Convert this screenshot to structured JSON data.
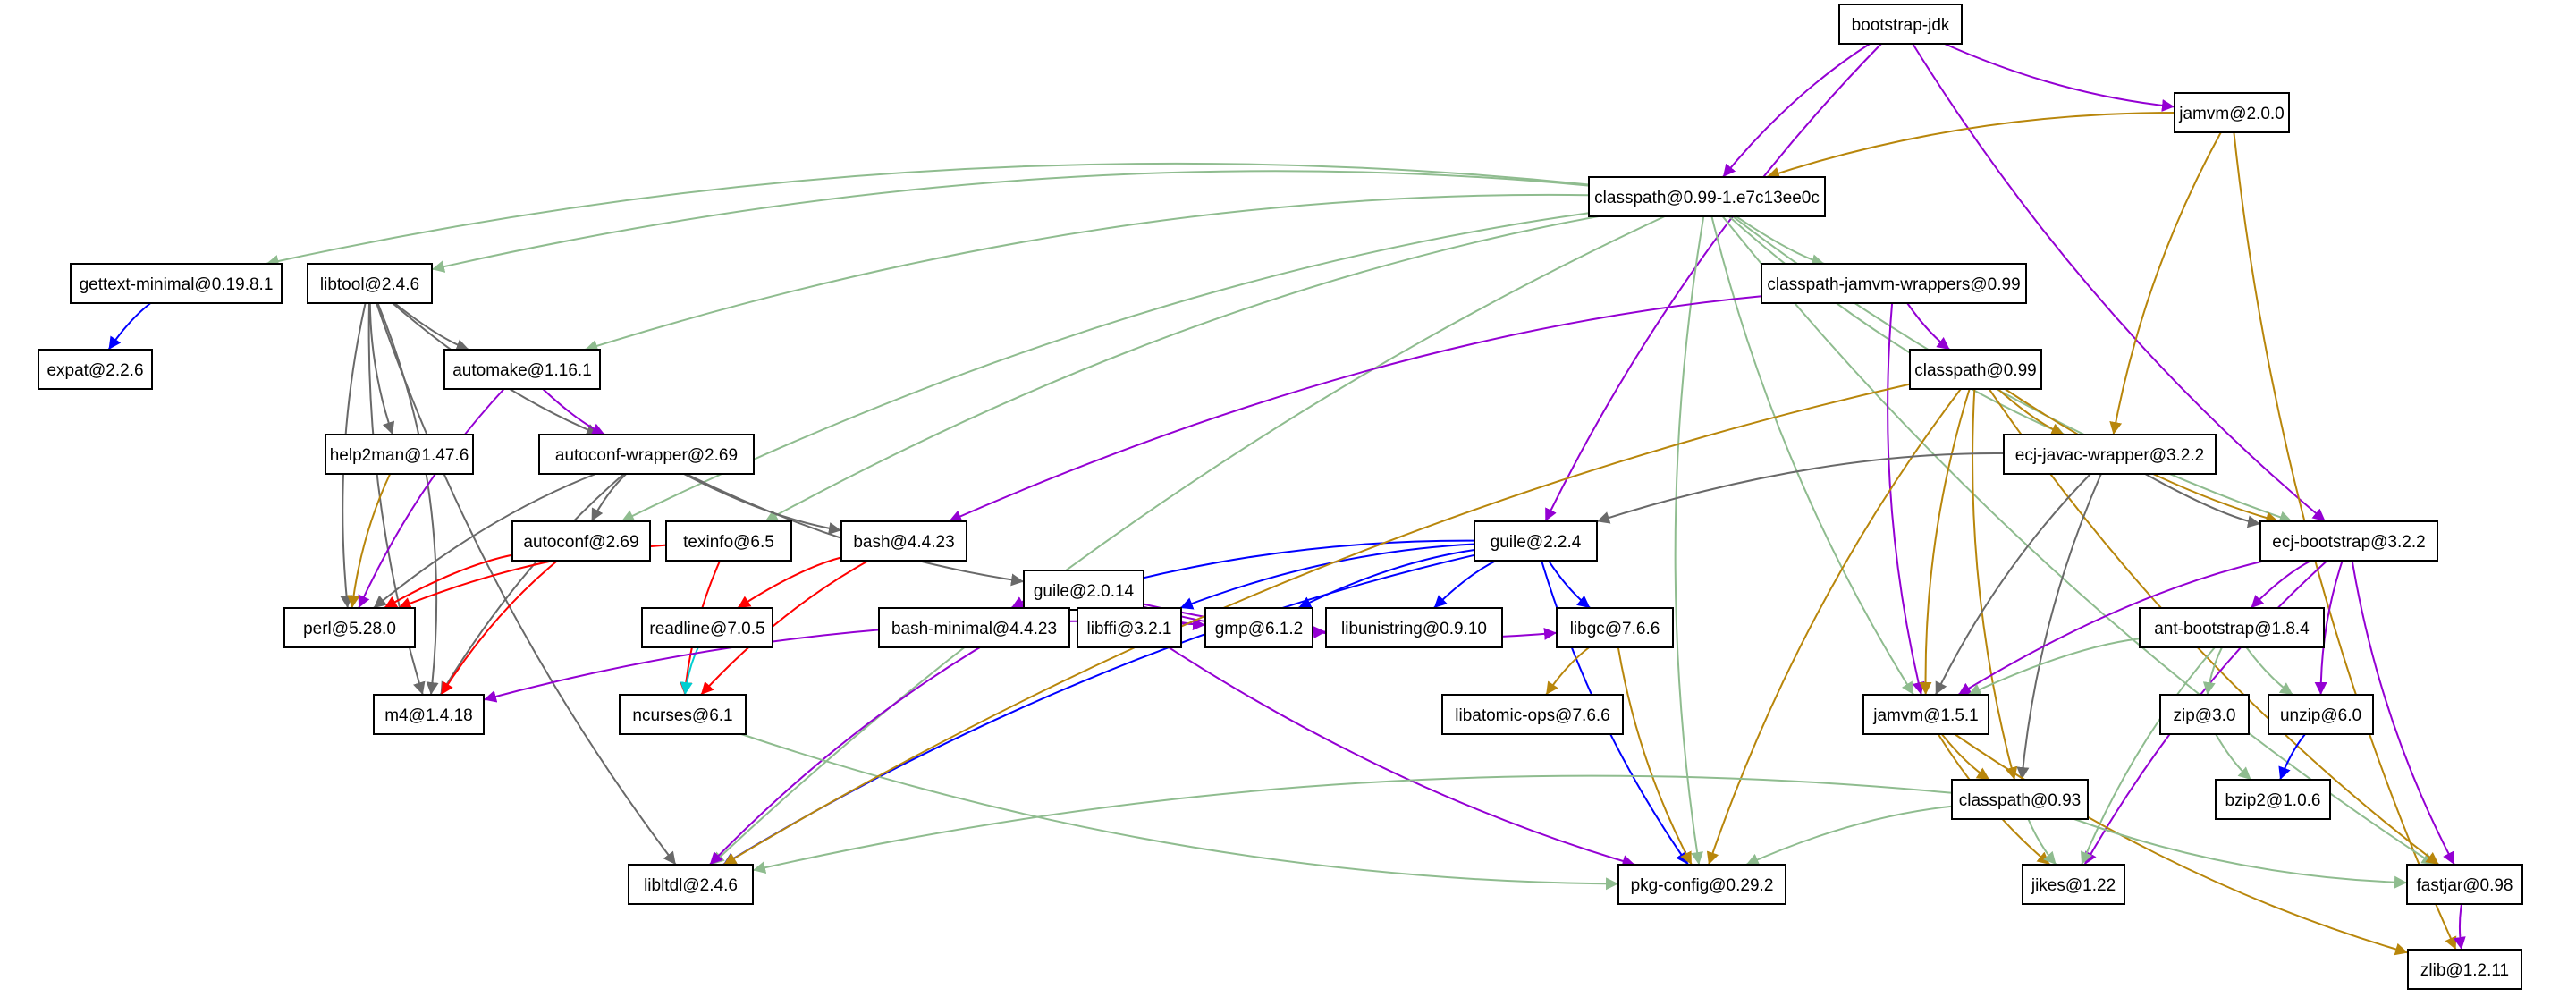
{
  "nodes": [
    {
      "id": "bootstrap-jdk",
      "label": "bootstrap-jdk"
    },
    {
      "id": "jamvm200",
      "label": "jamvm@2.0.0"
    },
    {
      "id": "classpath099git",
      "label": "classpath@0.99-1.e7c13ee0c"
    },
    {
      "id": "gettext",
      "label": "gettext-minimal@0.19.8.1"
    },
    {
      "id": "libtool",
      "label": "libtool@2.4.6"
    },
    {
      "id": "cjw",
      "label": "classpath-jamvm-wrappers@0.99"
    },
    {
      "id": "expat",
      "label": "expat@2.2.6"
    },
    {
      "id": "automake",
      "label": "automake@1.16.1"
    },
    {
      "id": "classpath099",
      "label": "classpath@0.99"
    },
    {
      "id": "help2man",
      "label": "help2man@1.47.6"
    },
    {
      "id": "acwrapper",
      "label": "autoconf-wrapper@2.69"
    },
    {
      "id": "ecjjavac",
      "label": "ecj-javac-wrapper@3.2.2"
    },
    {
      "id": "autoconf",
      "label": "autoconf@2.69"
    },
    {
      "id": "texinfo",
      "label": "texinfo@6.5"
    },
    {
      "id": "bash",
      "label": "bash@4.4.23"
    },
    {
      "id": "guile2014",
      "label": "guile@2.0.14"
    },
    {
      "id": "guile224",
      "label": "guile@2.2.4"
    },
    {
      "id": "ecjboot",
      "label": "ecj-bootstrap@3.2.2"
    },
    {
      "id": "perl",
      "label": "perl@5.28.0"
    },
    {
      "id": "readline",
      "label": "readline@7.0.5"
    },
    {
      "id": "bashmin",
      "label": "bash-minimal@4.4.23"
    },
    {
      "id": "libffi",
      "label": "libffi@3.2.1"
    },
    {
      "id": "gmp",
      "label": "gmp@6.1.2"
    },
    {
      "id": "libunistring",
      "label": "libunistring@0.9.10"
    },
    {
      "id": "libgc",
      "label": "libgc@7.6.6"
    },
    {
      "id": "antboot",
      "label": "ant-bootstrap@1.8.4"
    },
    {
      "id": "m4",
      "label": "m4@1.4.18"
    },
    {
      "id": "ncurses",
      "label": "ncurses@6.1"
    },
    {
      "id": "libatomic",
      "label": "libatomic-ops@7.6.6"
    },
    {
      "id": "jamvm151",
      "label": "jamvm@1.5.1"
    },
    {
      "id": "zip",
      "label": "zip@3.0"
    },
    {
      "id": "unzip",
      "label": "unzip@6.0"
    },
    {
      "id": "classpath093",
      "label": "classpath@0.93"
    },
    {
      "id": "bzip2",
      "label": "bzip2@1.0.6"
    },
    {
      "id": "libltdl",
      "label": "libltdl@2.4.6"
    },
    {
      "id": "pkgconfig",
      "label": "pkg-config@0.29.2"
    },
    {
      "id": "jikes",
      "label": "jikes@1.22"
    },
    {
      "id": "fastjar",
      "label": "fastjar@0.98"
    },
    {
      "id": "zlib",
      "label": "zlib@1.2.11"
    }
  ],
  "edges": [
    {
      "from": "bootstrap-jdk",
      "to": "jamvm200",
      "color": "#9400d3"
    },
    {
      "from": "bootstrap-jdk",
      "to": "classpath099git",
      "color": "#9400d3"
    },
    {
      "from": "bootstrap-jdk",
      "to": "guile224",
      "color": "#9400d3"
    },
    {
      "from": "bootstrap-jdk",
      "to": "ecjboot",
      "color": "#9400d3"
    },
    {
      "from": "jamvm200",
      "to": "classpath099git",
      "color": "#b8860b"
    },
    {
      "from": "jamvm200",
      "to": "ecjjavac",
      "color": "#b8860b"
    },
    {
      "from": "jamvm200",
      "to": "zlib",
      "color": "#b8860b"
    },
    {
      "from": "classpath099git",
      "to": "gettext",
      "color": "#8fbc8f"
    },
    {
      "from": "classpath099git",
      "to": "libtool",
      "color": "#8fbc8f"
    },
    {
      "from": "classpath099git",
      "to": "automake",
      "color": "#8fbc8f"
    },
    {
      "from": "classpath099git",
      "to": "cjw",
      "color": "#8fbc8f"
    },
    {
      "from": "classpath099git",
      "to": "autoconf",
      "color": "#8fbc8f"
    },
    {
      "from": "classpath099git",
      "to": "texinfo",
      "color": "#8fbc8f"
    },
    {
      "from": "classpath099git",
      "to": "libltdl",
      "color": "#8fbc8f"
    },
    {
      "from": "classpath099git",
      "to": "pkgconfig",
      "color": "#8fbc8f"
    },
    {
      "from": "classpath099git",
      "to": "jamvm151",
      "color": "#8fbc8f"
    },
    {
      "from": "classpath099git",
      "to": "ecjjavac",
      "color": "#8fbc8f"
    },
    {
      "from": "classpath099git",
      "to": "ecjboot",
      "color": "#8fbc8f"
    },
    {
      "from": "classpath099git",
      "to": "fastjar",
      "color": "#8fbc8f"
    },
    {
      "from": "gettext",
      "to": "expat",
      "color": "#0000ff"
    },
    {
      "from": "libtool",
      "to": "automake",
      "color": "#696969"
    },
    {
      "from": "libtool",
      "to": "help2man",
      "color": "#696969"
    },
    {
      "from": "libtool",
      "to": "acwrapper",
      "color": "#696969"
    },
    {
      "from": "libtool",
      "to": "perl",
      "color": "#696969"
    },
    {
      "from": "libtool",
      "to": "m4",
      "color": "#696969"
    },
    {
      "from": "libtool",
      "to": "m4",
      "color": "#696969"
    },
    {
      "from": "libtool",
      "to": "libltdl",
      "color": "#696969"
    },
    {
      "from": "automake",
      "to": "acwrapper",
      "color": "#9400d3"
    },
    {
      "from": "automake",
      "to": "perl",
      "color": "#9400d3"
    },
    {
      "from": "help2man",
      "to": "perl",
      "color": "#b8860b"
    },
    {
      "from": "acwrapper",
      "to": "autoconf",
      "color": "#696969"
    },
    {
      "from": "acwrapper",
      "to": "bash",
      "color": "#696969"
    },
    {
      "from": "acwrapper",
      "to": "guile2014",
      "color": "#696969"
    },
    {
      "from": "acwrapper",
      "to": "perl",
      "color": "#696969"
    },
    {
      "from": "acwrapper",
      "to": "m4",
      "color": "#696969"
    },
    {
      "from": "autoconf",
      "to": "perl",
      "color": "#ff0000"
    },
    {
      "from": "autoconf",
      "to": "m4",
      "color": "#ff0000"
    },
    {
      "from": "texinfo",
      "to": "perl",
      "color": "#ff0000"
    },
    {
      "from": "texinfo",
      "to": "ncurses",
      "color": "#ff0000"
    },
    {
      "from": "bash",
      "to": "readline",
      "color": "#ff0000"
    },
    {
      "from": "bash",
      "to": "ncurses",
      "color": "#ff0000"
    },
    {
      "from": "readline",
      "to": "ncurses",
      "color": "#00ced1"
    },
    {
      "from": "guile2014",
      "to": "bashmin",
      "color": "#9400d3"
    },
    {
      "from": "guile2014",
      "to": "libffi",
      "color": "#9400d3"
    },
    {
      "from": "guile2014",
      "to": "gmp",
      "color": "#9400d3"
    },
    {
      "from": "guile2014",
      "to": "libunistring",
      "color": "#9400d3"
    },
    {
      "from": "guile2014",
      "to": "libgc",
      "color": "#9400d3"
    },
    {
      "from": "guile2014",
      "to": "libltdl",
      "color": "#9400d3"
    },
    {
      "from": "guile2014",
      "to": "pkgconfig",
      "color": "#9400d3"
    },
    {
      "from": "guile224",
      "to": "bashmin",
      "color": "#0000ff"
    },
    {
      "from": "guile224",
      "to": "libffi",
      "color": "#0000ff"
    },
    {
      "from": "guile224",
      "to": "gmp",
      "color": "#0000ff"
    },
    {
      "from": "guile224",
      "to": "libunistring",
      "color": "#0000ff"
    },
    {
      "from": "guile224",
      "to": "libgc",
      "color": "#0000ff"
    },
    {
      "from": "guile224",
      "to": "libltdl",
      "color": "#0000ff"
    },
    {
      "from": "guile224",
      "to": "pkgconfig",
      "color": "#0000ff"
    },
    {
      "from": "gmp",
      "to": "m4",
      "color": "#9400d3"
    },
    {
      "from": "libgc",
      "to": "libatomic",
      "color": "#b8860b"
    },
    {
      "from": "libgc",
      "to": "pkgconfig",
      "color": "#b8860b"
    },
    {
      "from": "ncurses",
      "to": "pkgconfig",
      "color": "#8fbc8f"
    },
    {
      "from": "cjw",
      "to": "classpath099",
      "color": "#9400d3"
    },
    {
      "from": "cjw",
      "to": "jamvm151",
      "color": "#9400d3"
    },
    {
      "from": "cjw",
      "to": "bash",
      "color": "#9400d3"
    },
    {
      "from": "classpath099",
      "to": "ecjjavac",
      "color": "#b8860b"
    },
    {
      "from": "classpath099",
      "to": "ecjboot",
      "color": "#b8860b"
    },
    {
      "from": "classpath099",
      "to": "jamvm151",
      "color": "#b8860b"
    },
    {
      "from": "classpath099",
      "to": "classpath093",
      "color": "#b8860b"
    },
    {
      "from": "classpath099",
      "to": "fastjar",
      "color": "#b8860b"
    },
    {
      "from": "classpath099",
      "to": "pkgconfig",
      "color": "#b8860b"
    },
    {
      "from": "classpath099",
      "to": "libltdl",
      "color": "#b8860b"
    },
    {
      "from": "ecjjavac",
      "to": "ecjboot",
      "color": "#696969"
    },
    {
      "from": "ecjjavac",
      "to": "jamvm151",
      "color": "#696969"
    },
    {
      "from": "ecjjavac",
      "to": "classpath093",
      "color": "#696969"
    },
    {
      "from": "ecjjavac",
      "to": "guile224",
      "color": "#696969"
    },
    {
      "from": "ecjboot",
      "to": "antboot",
      "color": "#9400d3"
    },
    {
      "from": "ecjboot",
      "to": "unzip",
      "color": "#9400d3"
    },
    {
      "from": "ecjboot",
      "to": "fastjar",
      "color": "#9400d3"
    },
    {
      "from": "ecjboot",
      "to": "jikes",
      "color": "#9400d3"
    },
    {
      "from": "ecjboot",
      "to": "jamvm151",
      "color": "#9400d3"
    },
    {
      "from": "antboot",
      "to": "zip",
      "color": "#8fbc8f"
    },
    {
      "from": "antboot",
      "to": "unzip",
      "color": "#8fbc8f"
    },
    {
      "from": "antboot",
      "to": "jikes",
      "color": "#8fbc8f"
    },
    {
      "from": "antboot",
      "to": "jamvm151",
      "color": "#8fbc8f"
    },
    {
      "from": "zip",
      "to": "bzip2",
      "color": "#8fbc8f"
    },
    {
      "from": "unzip",
      "to": "bzip2",
      "color": "#0000ff"
    },
    {
      "from": "jamvm151",
      "to": "classpath093",
      "color": "#b8860b"
    },
    {
      "from": "jamvm151",
      "to": "jikes",
      "color": "#b8860b"
    },
    {
      "from": "jamvm151",
      "to": "zlib",
      "color": "#b8860b"
    },
    {
      "from": "classpath093",
      "to": "jikes",
      "color": "#8fbc8f"
    },
    {
      "from": "classpath093",
      "to": "fastjar",
      "color": "#8fbc8f"
    },
    {
      "from": "classpath093",
      "to": "pkgconfig",
      "color": "#8fbc8f"
    },
    {
      "from": "classpath093",
      "to": "libltdl",
      "color": "#8fbc8f"
    },
    {
      "from": "fastjar",
      "to": "zlib",
      "color": "#9400d3"
    }
  ]
}
